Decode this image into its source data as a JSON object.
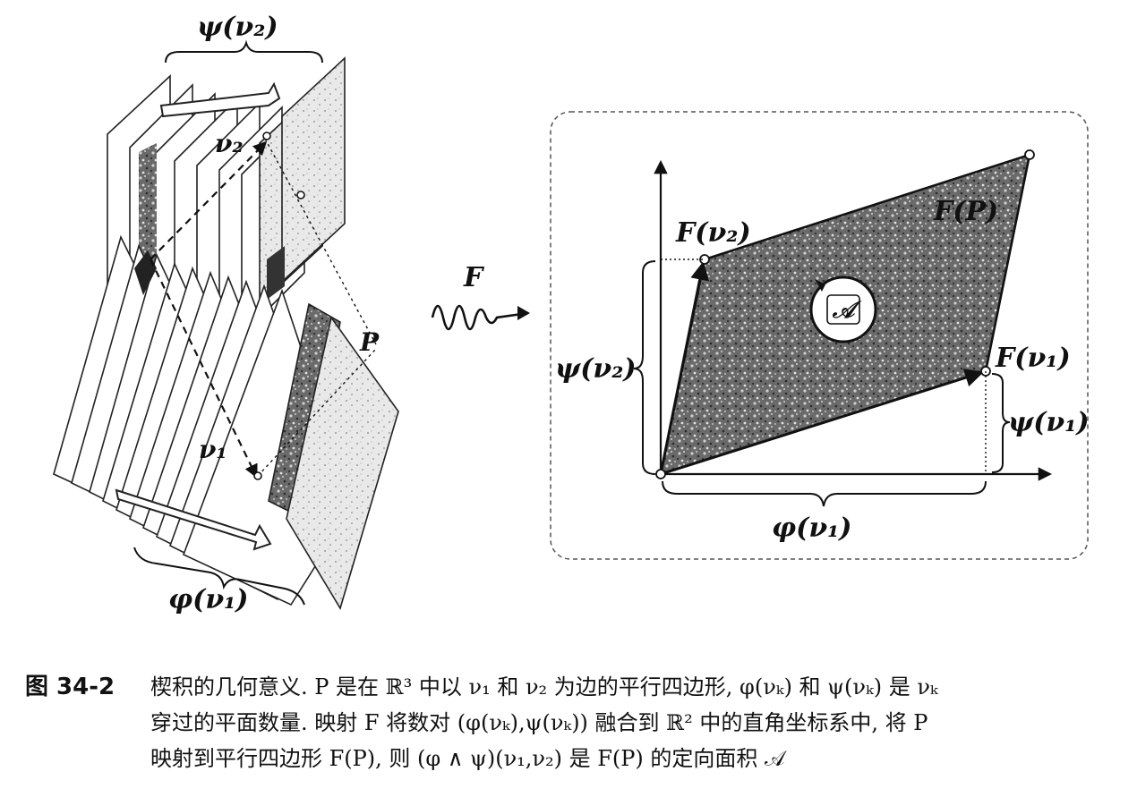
{
  "figure": {
    "left_labels": {
      "psi_v2": "ψ(ν₂)",
      "v2": "ν₂",
      "p": "P",
      "v1": "ν₁",
      "phi_v1": "φ(ν₁)"
    },
    "map_label": "F",
    "right_labels": {
      "f_v2": "F(ν₂)",
      "f_p": "F(P)",
      "area": "𝒜",
      "f_v1": "F(ν₁)",
      "psi_v2": "ψ(ν₂)",
      "psi_v1": "ψ(ν₁)",
      "phi_v1": "φ(ν₁)"
    }
  },
  "caption": {
    "number": "图 34-2",
    "lines": [
      "楔积的几何意义. P 是在 ℝ³ 中以 ν₁ 和 ν₂ 为边的平行四边形, φ(νₖ) 和 ψ(νₖ) 是 νₖ",
      "穿过的平面数量. 映射 F 将数对 (φ(νₖ),ψ(νₖ)) 融合到 ℝ² 中的直角坐标系中, 将 P",
      "映射到平行四边形 F(P), 则 (φ ∧ ψ)(ν₁,ν₂) 是 F(P) 的定向面积 𝒜"
    ]
  }
}
